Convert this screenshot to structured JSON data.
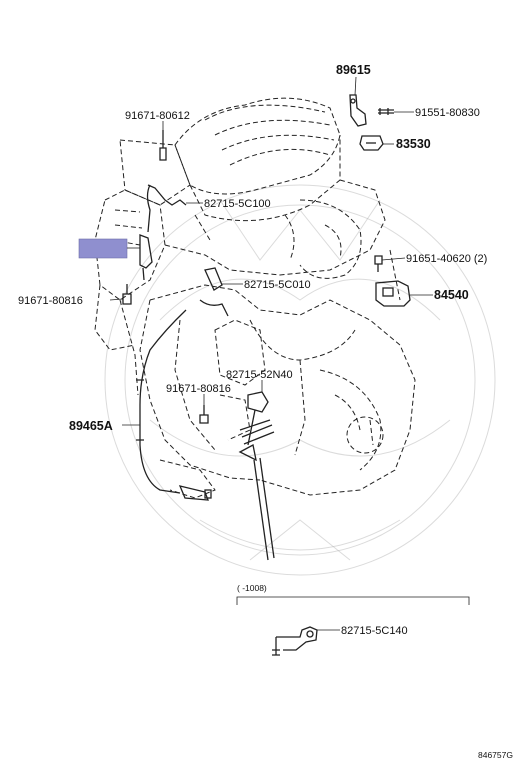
{
  "parts": {
    "p89615": "89615",
    "p91551": "91551-80830",
    "p83530": "83530",
    "p91671_top": "91671-80612",
    "p82715_5c100": "82715-5C100",
    "p91651": "91651-40620 (2)",
    "p82715_5c010": "82715-5C010",
    "p84540": "84540",
    "p91671_left": "91671-80816",
    "p82715_52n40": "82715-52N40",
    "p91671_mid": "91671-80816",
    "p89465a": "89465A",
    "p82715_5c140": "82715-5C140"
  },
  "range_bracket": "(     -1008)",
  "diagram_id": "846757G",
  "colors": {
    "highlight": "#8f8fcf",
    "line": "#222222",
    "watermark": "#b0b0b0"
  }
}
